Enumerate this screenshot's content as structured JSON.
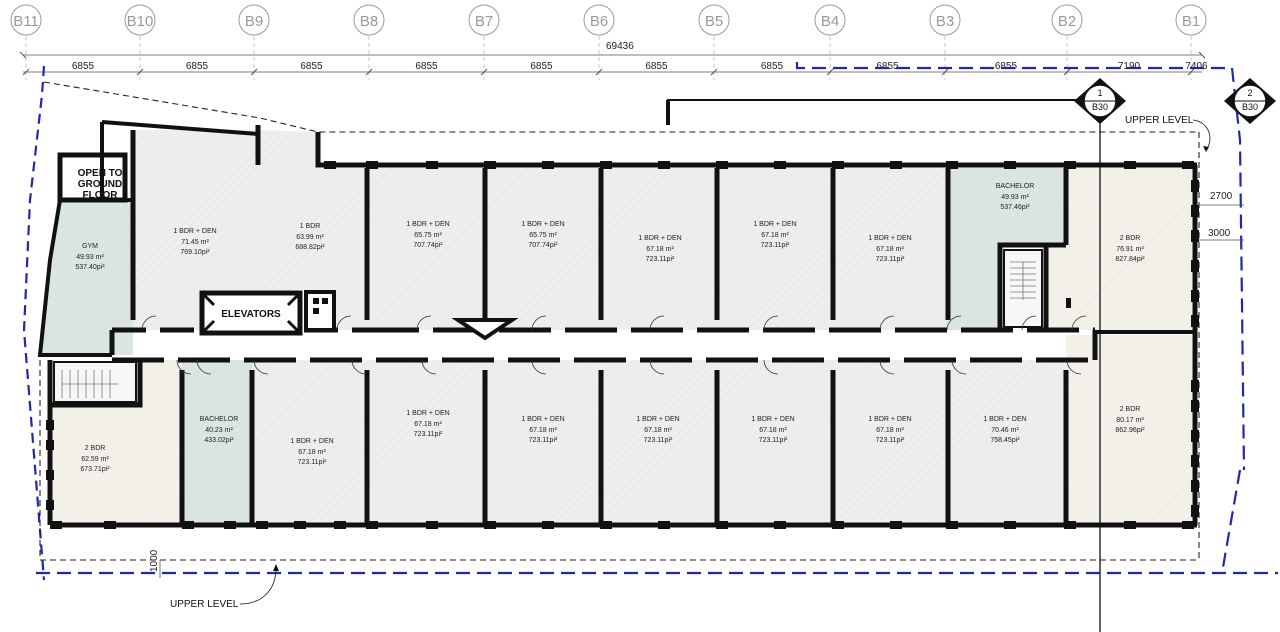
{
  "grid_lines": [
    "B11",
    "B10",
    "B9",
    "B8",
    "B7",
    "B6",
    "B5",
    "B4",
    "B3",
    "B2",
    "B1"
  ],
  "dimensions": {
    "overall": "69436",
    "bays": [
      "6855",
      "6855",
      "6855",
      "6855",
      "6855",
      "6855",
      "6855",
      "6855",
      "6855",
      "7190",
      "7406"
    ],
    "right_upper": "2700",
    "right_lower": "3000",
    "bottom_offset": "1000"
  },
  "section_markers": [
    {
      "number": "1",
      "sheet": "B30"
    },
    {
      "number": "2",
      "sheet": "B30"
    }
  ],
  "annotations": {
    "upper_level_top": "UPPER LEVEL",
    "upper_level_bottom": "UPPER LEVEL",
    "elevators": "ELEVATORS",
    "open_line1": "OPEN TO",
    "open_line2": "GROUND",
    "open_line3": "FLOOR"
  },
  "units_top": [
    {
      "name": "GYM",
      "m2": "49.93 m²",
      "ft2": "537.40pi²"
    },
    {
      "name": "1 BDR + DEN",
      "m2": "71.45 m²",
      "ft2": "769.10pi²"
    },
    {
      "name": "1 BDR",
      "m2": "63.99 m²",
      "ft2": "688.82pi²"
    },
    {
      "name": "1 BDR + DEN",
      "m2": "65.75 m²",
      "ft2": "707.74pi²"
    },
    {
      "name": "1 BDR + DEN",
      "m2": "65.75 m²",
      "ft2": "707.74pi²"
    },
    {
      "name": "1 BDR + DEN",
      "m2": "67.18 m²",
      "ft2": "723.11pi²"
    },
    {
      "name": "1 BDR + DEN",
      "m2": "67.18 m²",
      "ft2": "723.11pi²"
    },
    {
      "name": "1 BDR + DEN",
      "m2": "67.18 m²",
      "ft2": "723.11pi²"
    },
    {
      "name": "BACHELOR",
      "m2": "49.93 m²",
      "ft2": "537.46pi²"
    },
    {
      "name": "2 BDR",
      "m2": "76.91 m²",
      "ft2": "827.84pi²"
    }
  ],
  "units_bottom": [
    {
      "name": "2 BDR",
      "m2": "62.59 m²",
      "ft2": "673.71pi²"
    },
    {
      "name": "BACHELOR",
      "m2": "40.23 m²",
      "ft2": "433.02pi²"
    },
    {
      "name": "1 BDR + DEN",
      "m2": "67.18 m²",
      "ft2": "723.11pi²"
    },
    {
      "name": "1 BDR + DEN",
      "m2": "67.18 m²",
      "ft2": "723.11pi²"
    },
    {
      "name": "1 BDR + DEN",
      "m2": "67.18 m²",
      "ft2": "723.11pi²"
    },
    {
      "name": "1 BDR + DEN",
      "m2": "67.18 m²",
      "ft2": "723.11pi²"
    },
    {
      "name": "1 BDR + DEN",
      "m2": "67.18 m²",
      "ft2": "723.11pi²"
    },
    {
      "name": "1 BDR + DEN",
      "m2": "67.18 m²",
      "ft2": "723.11pi²"
    },
    {
      "name": "1 BDR + DEN",
      "m2": "70.46 m²",
      "ft2": "758.45pi²"
    },
    {
      "name": "2 BDR",
      "m2": "80.17 m²",
      "ft2": "862.96pi²"
    }
  ],
  "colors": {
    "wall": "#111111",
    "outline_blue": "#1f2aa8",
    "grid_gray": "#9a9a9a",
    "unit_fill": "#eeeeee",
    "unit_fill_green": "#dbe6e3",
    "unit_fill_cream": "#f3f1ea"
  }
}
